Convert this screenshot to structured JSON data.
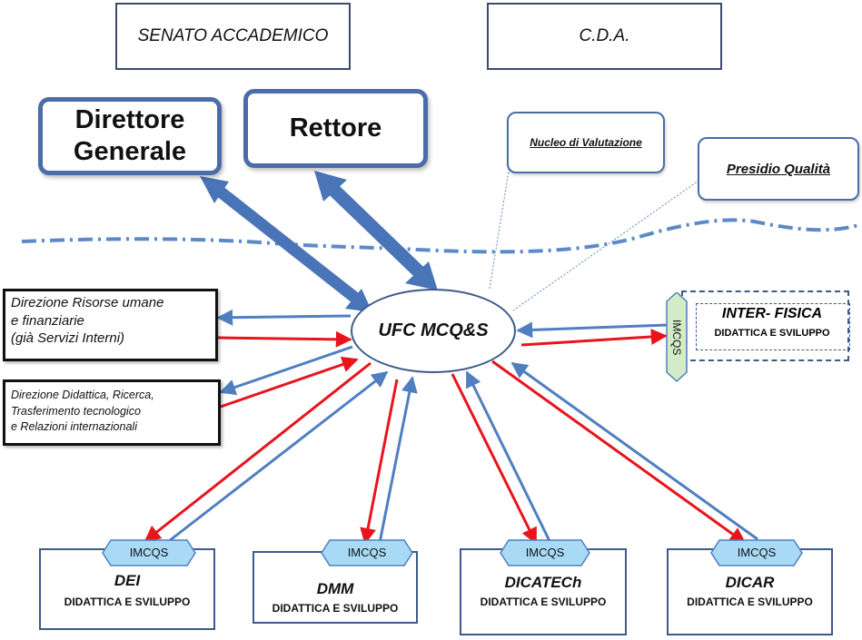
{
  "top_boxes": {
    "senato": "SENATO ACCADEMICO",
    "cda": "C.D.A."
  },
  "direttore": {
    "line1": "Direttore",
    "line2": "Generale"
  },
  "rettore": "Rettore",
  "nucleo": "Nucleo di  Valutazione",
  "presidio": "Presidio  Qualità",
  "hub": "UFC  MCQ&S",
  "direzione_risorse": {
    "line1": "Direzione Risorse umane",
    "line2": "e finanziarie",
    "line3": "(già Servizi Interni)"
  },
  "direzione_didattica": {
    "line1": "Direzione Didattica, Ricerca,",
    "line2": "Trasferimento tecnologico",
    "line3": "e Relazioni internazionali"
  },
  "inter_fisica": {
    "title": "INTER- FISICA",
    "subtitle": "DIDATTICA E SVILUPPO",
    "tag": "IMCQS"
  },
  "departments": [
    {
      "name": "DEI",
      "subtitle": "DIDATTICA E SVILUPPO",
      "tag": "IMCQS"
    },
    {
      "name": "DMM",
      "subtitle": "DIDATTICA E SVILUPPO",
      "tag": "IMCQS"
    },
    {
      "name": "DICATECh",
      "subtitle": "DIDATTICA E SVILUPPO",
      "tag": "IMCQS"
    },
    {
      "name": "DICAR",
      "subtitle": "DIDATTICA E SVILUPPO",
      "tag": "IMCQS"
    }
  ],
  "colors": {
    "blue_arrow": "#4f7fc0",
    "red_arrow": "#e8141c",
    "thick_arrow": "#4a74b8",
    "hex_fill": "#a8daf5",
    "vert_fill": "#d3ebc6"
  }
}
